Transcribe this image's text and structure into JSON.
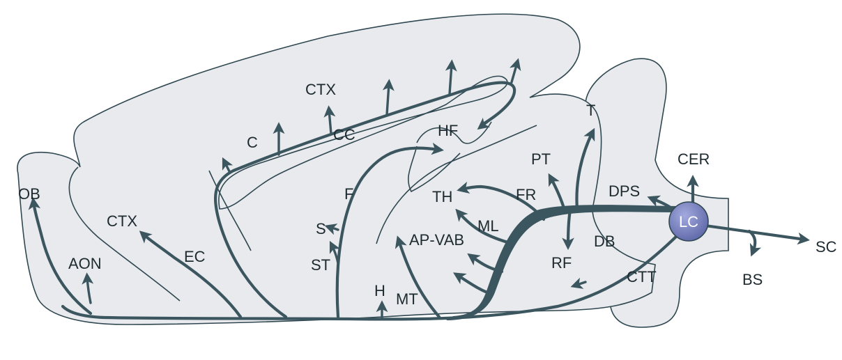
{
  "colors": {
    "brain_fill": "#e8eaed",
    "outline": "#2f4750",
    "pathway": "#3c5660",
    "lc_fill": "#7d86c4",
    "label_text": "#1d2a30"
  },
  "nodes": {
    "lc": "LC"
  },
  "labels": {
    "ob": "OB",
    "aon": "AON",
    "ctx_front": "CTX",
    "ec": "EC",
    "c": "C",
    "ctx_top": "CTX",
    "cc": "CC",
    "hf": "HF",
    "f": "F",
    "s": "S",
    "st": "ST",
    "h": "H",
    "mt": "MT",
    "ap_vab": "AP-VAB",
    "th": "TH",
    "ml": "ML",
    "fr": "FR",
    "pt": "PT",
    "t": "T",
    "dps": "DPS",
    "cer": "CER",
    "db": "DB",
    "rf": "RF",
    "ctt": "CTT",
    "bs": "BS",
    "sc": "SC"
  }
}
